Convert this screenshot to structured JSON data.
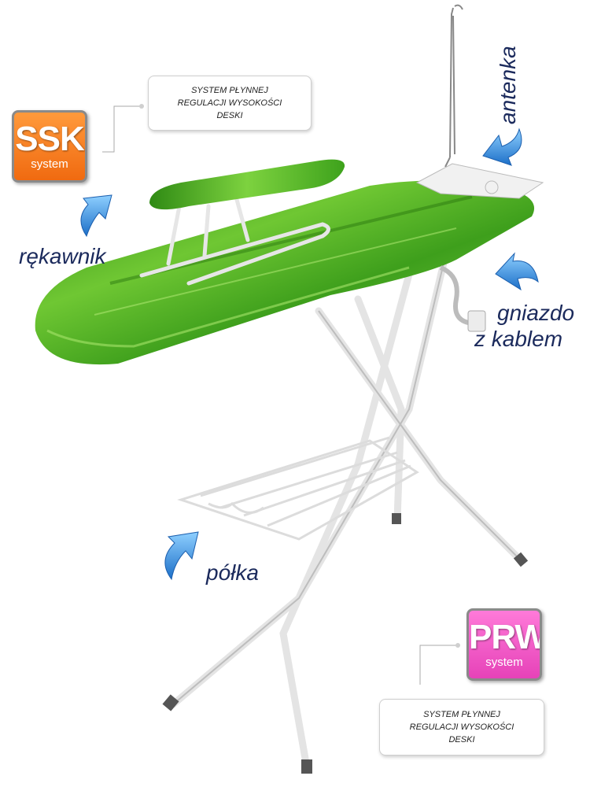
{
  "badges": {
    "ssk": {
      "big": "SSK",
      "small": "system"
    },
    "prw": {
      "big": "PRW",
      "small": "system"
    }
  },
  "callouts": {
    "top": [
      "SYSTEM PŁYNNEJ",
      "REGULACJI WYSOKOŚCI",
      "DESKI"
    ],
    "bottom": [
      "SYSTEM PŁYNNEJ",
      "REGULACJI WYSOKOŚCI",
      "DESKI"
    ]
  },
  "labels": {
    "antenka": "antenka",
    "rekawnik": "rękawnik",
    "gniazdo": "gniazdo",
    "z_kablem": "z kablem",
    "polka": "półka"
  },
  "colors": {
    "ssk": "#f57a1e",
    "prw": "#ef55c8",
    "label_text": "#1b2a5c",
    "arrow_blue": "#2f8fe0",
    "board_green": "#4aa822"
  },
  "icons": [
    "curved-arrow-icon",
    "ironing-board-image"
  ]
}
